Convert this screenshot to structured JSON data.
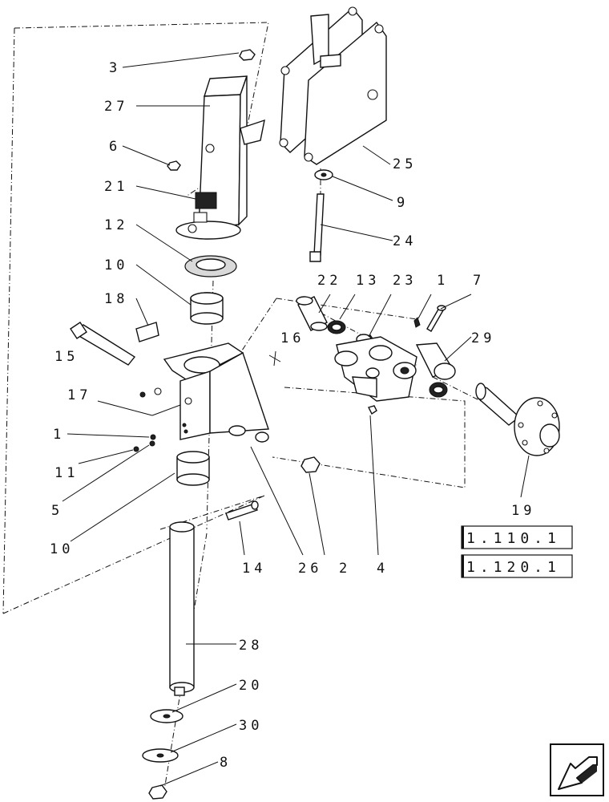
{
  "callouts": {
    "c3": "3",
    "c27": "27",
    "c6": "6",
    "c21": "21",
    "c12": "12",
    "c10a": "10",
    "c18": "18",
    "c15": "15",
    "c17": "17",
    "c1a": "1",
    "c11": "11",
    "c5": "5",
    "c10b": "10",
    "c25": "25",
    "c9": "9",
    "c24": "24",
    "c22": "22",
    "c13": "13",
    "c23": "23",
    "c1b": "1",
    "c7": "7",
    "c16": "16",
    "c29": "29",
    "c19": "19",
    "c14": "14",
    "c26": "26",
    "c2": "2",
    "c4": "4",
    "c28": "28",
    "c20": "20",
    "c30": "30",
    "c8": "8"
  },
  "references": {
    "ref1": "1.110.1",
    "ref2": "1.120.1"
  },
  "nav": {
    "icon": "arrow-back-icon"
  }
}
